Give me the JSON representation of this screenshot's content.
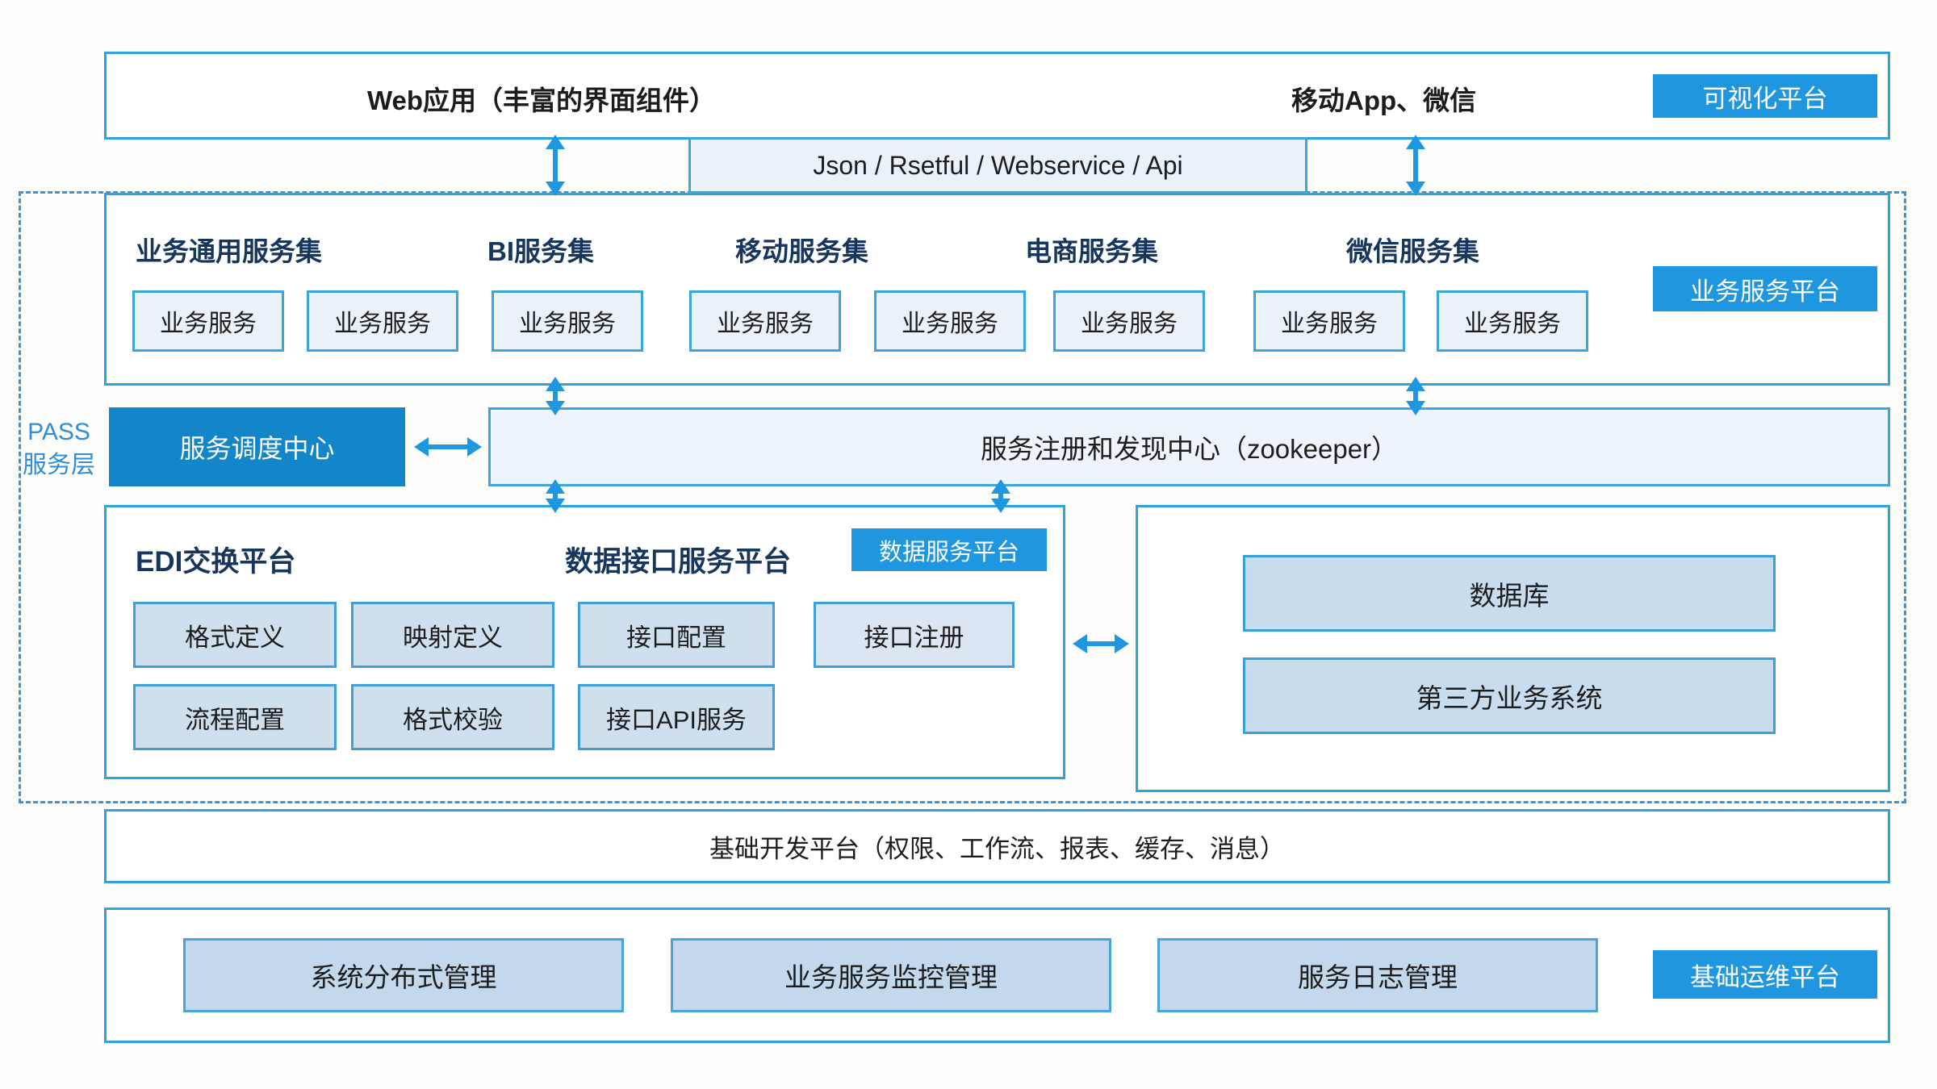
{
  "colors": {
    "accent_blue": "#1e96e0",
    "deep_blue": "#1286c8",
    "container_border": "#2ea3dd",
    "navy_title": "#17365d"
  },
  "top_bar": {
    "web_app": "Web应用（丰富的界面组件）",
    "mobile": "移动App、微信",
    "viz_button": "可视化平台"
  },
  "api_bar": {
    "label": "Json / Rsetful / Webservice / Api"
  },
  "pass_layer_label": {
    "line1": "PASS",
    "line2": "服务层"
  },
  "business_platform": {
    "button": "业务服务平台",
    "group_titles": [
      "业务通用服务集",
      "BI服务集",
      "移动服务集",
      "电商服务集",
      "微信服务集"
    ],
    "service_boxes": [
      "业务服务",
      "业务服务",
      "业务服务",
      "业务服务",
      "业务服务",
      "业务服务",
      "业务服务",
      "业务服务"
    ]
  },
  "scheduling": {
    "dispatch_center": "服务调度中心",
    "registry": "服务注册和发现中心（zookeeper）"
  },
  "data_platform": {
    "edi_title": "EDI交换平台",
    "interface_title": "数据接口服务平台",
    "button": "数据服务平台",
    "row1": [
      "格式定义",
      "映射定义",
      "接口配置",
      "接口注册"
    ],
    "row2": [
      "流程配置",
      "格式校验",
      "接口API服务"
    ]
  },
  "external": {
    "database": "数据库",
    "third_party": "第三方业务系统"
  },
  "foundation": {
    "label": "基础开发平台（权限、工作流、报表、缓存、消息）"
  },
  "ops_platform": {
    "button": "基础运维平台",
    "boxes": [
      "系统分布式管理",
      "业务服务监控管理",
      "服务日志管理"
    ]
  }
}
